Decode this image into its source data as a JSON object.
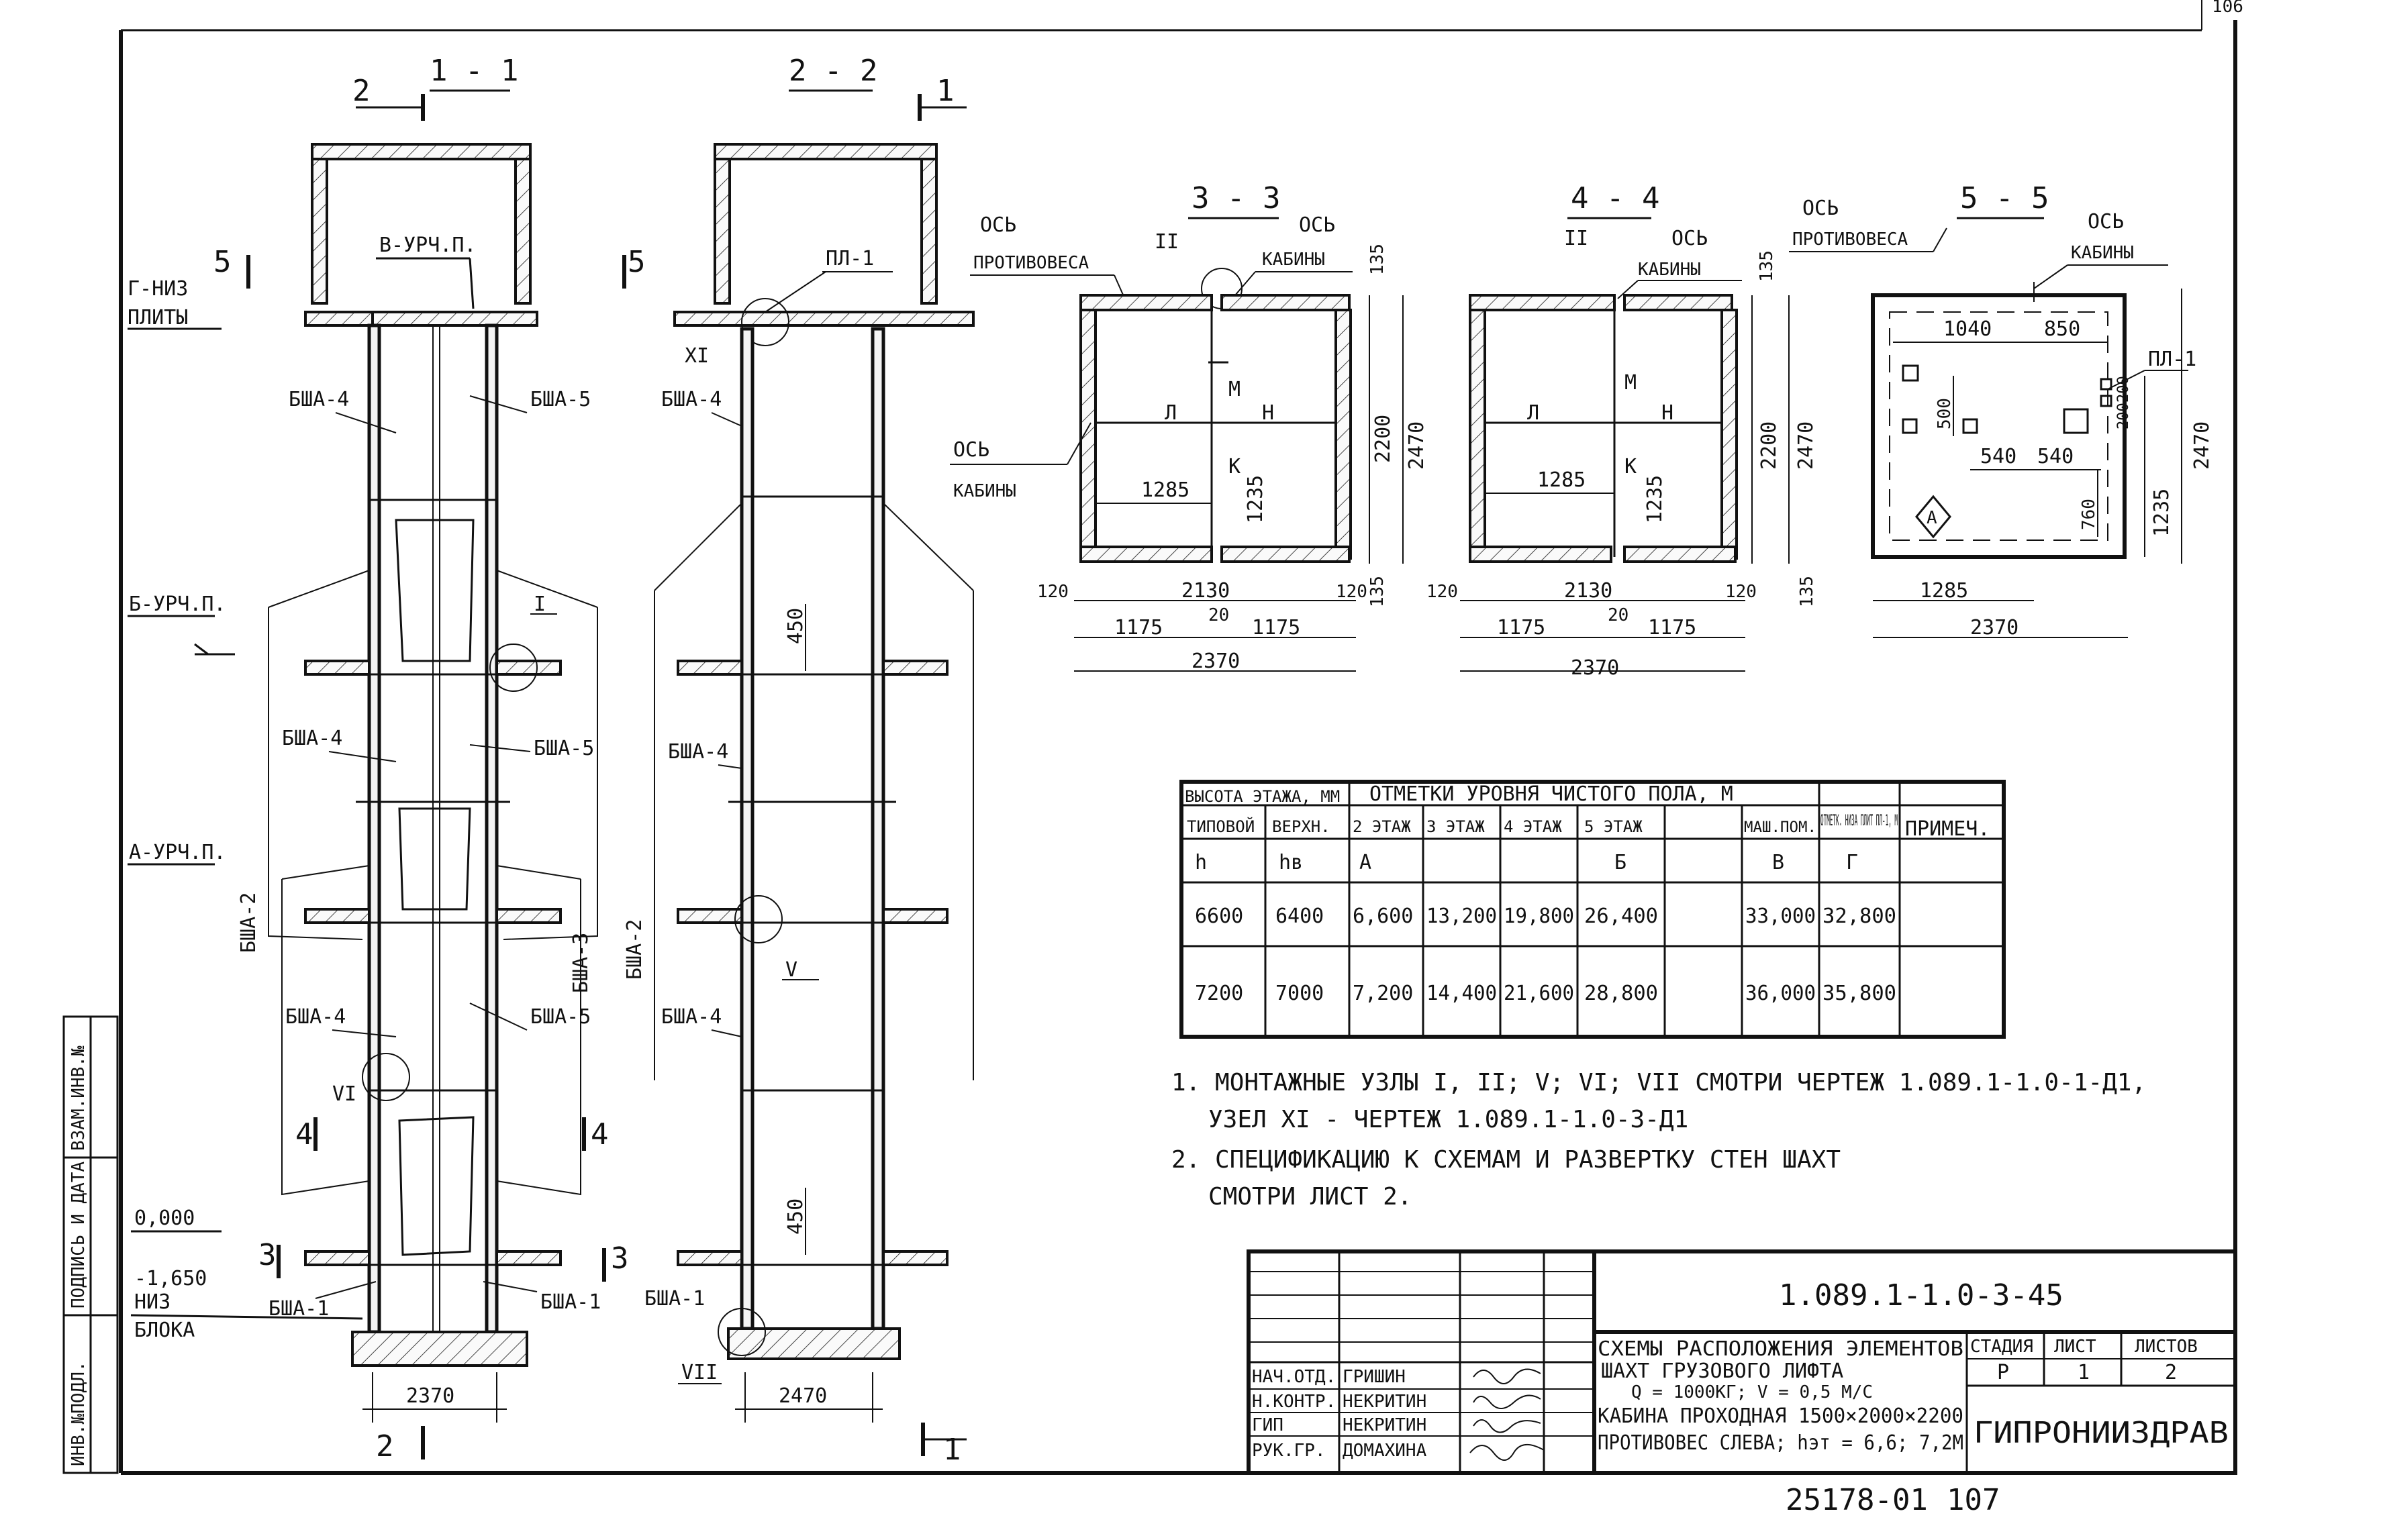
{
  "sheet_no_corner": "106",
  "left_margin": [
    "ИНВ.№ПОДЛ.",
    "ПОДПИСЬ И ДАТА",
    "ВЗАМ.ИНВ.№"
  ],
  "sections": {
    "s11": {
      "title": "1 - 1",
      "cut2": "2",
      "cut2b": "2",
      "cut5": "5",
      "cut5b": "5",
      "cut4": "4",
      "cut4b": "4",
      "cut3": "3",
      "cut3b": "3",
      "g_niz": "Г-НИЗ",
      "plity": "ПЛИТЫ",
      "v_urch": "В-УРЧ.П.",
      "b_urch": "Б-УРЧ.П.",
      "a_urch": "А-УРЧ.П.",
      "zero": "0,000",
      "minus": "-1,650",
      "niz": "НИЗ",
      "bloka": "БЛОКА",
      "dim": "2370",
      "node_i": "I",
      "node_vi": "VI",
      "bsha4a": "БША-4",
      "bsha5a": "БША-5",
      "bsha4b": "БША-4",
      "bsha5b": "БША-5",
      "bsha4c": "БША-4",
      "bsha5c": "БША-5",
      "bsha2": "БША-2",
      "bsha3": "БША-3",
      "bsha1a": "БША-1",
      "bsha1b": "БША-1"
    },
    "s22": {
      "title": "2 - 2",
      "cut1": "1",
      "cut1b": "1",
      "pl1": "ПЛ-1",
      "node_xi": "XI",
      "node_v": "V",
      "node_vii": "VII",
      "bsha4a": "БША-4",
      "bsha4b": "БША-4",
      "bsha4c": "БША-4",
      "bsha2": "БША-2",
      "bsha1": "БША-1",
      "d450a": "450",
      "d450b": "450",
      "dim": "2470"
    },
    "s33": {
      "title": "3 - 3",
      "os_prot": "ОСЬ",
      "prot": "ПРОТИВОВЕСА",
      "os_kab": "ОСЬ",
      "kab": "КАБИНЫ",
      "os_kab2": "ОСЬ",
      "kab2": "КАБИНЫ",
      "node_ii": "II",
      "L": "Л",
      "M": "М",
      "N": "Н",
      "K": "К",
      "d1285": "1285",
      "d1235": "1235",
      "d2200": "2200",
      "d2470": "2470",
      "d135a": "135",
      "d135b": "135",
      "d120a": "120",
      "d120b": "120",
      "d2130": "2130",
      "d1175a": "1175",
      "d20": "20",
      "d1175b": "1175",
      "d2370": "2370"
    },
    "s44": {
      "title": "4 - 4",
      "os_kab": "ОСЬ",
      "kab": "КАБИНЫ",
      "node_ii": "II",
      "L": "Л",
      "M": "М",
      "N": "Н",
      "K": "К",
      "d1285": "1285",
      "d1235": "1235",
      "d2200": "2200",
      "d2470": "2470",
      "d135a": "135",
      "d135b": "135",
      "d120a": "120",
      "d120b": "120",
      "d2130": "2130",
      "d1175a": "1175",
      "d20": "20",
      "d1175b": "1175",
      "d2370": "2370"
    },
    "s55": {
      "title": "5 - 5",
      "os_prot": "ОСЬ",
      "prot": "ПРОТИВОВЕСА",
      "os_kab": "ОСЬ",
      "kab": "КАБИНЫ",
      "pl1": "ПЛ-1",
      "d1040": "1040",
      "d850": "850",
      "d500": "500",
      "d200a": "200",
      "d200b": "200",
      "d540a": "540",
      "d540b": "540",
      "d760": "760",
      "d1235": "1235",
      "d2470": "2470",
      "d1285": "1285",
      "d2370": "2370",
      "mark": "А"
    }
  },
  "table": {
    "h_height": "ВЫСОТА ЭТАЖА, ММ",
    "h_marks": "ОТМЕТКИ УРОВНЯ ЧИСТОГО ПОЛА, М",
    "h_mark_bottom": "ОТМЕТК. НИЗА ПЛИТ ПЛ-1, М",
    "h_note": "ПРИМЕЧ.",
    "cols": [
      "ТИПОВОЙ",
      "ВЕРХН.",
      "2 ЭТАЖ",
      "3 ЭТАЖ",
      "4 ЭТАЖ",
      "5 ЭТАЖ",
      "",
      "МАШ.ПОМ."
    ],
    "letters": [
      "h",
      "hв",
      "А",
      "",
      "",
      "Б",
      "",
      "В",
      "Г"
    ],
    "rows": [
      [
        "6600",
        "6400",
        "6,600",
        "13,200",
        "19,800",
        "26,400",
        "",
        "33,000",
        "32,800",
        ""
      ],
      [
        "7200",
        "7000",
        "7,200",
        "14,400",
        "21,600",
        "28,800",
        "",
        "36,000",
        "35,800",
        ""
      ]
    ]
  },
  "notes": [
    "1.  МОНТАЖНЫЕ УЗЛЫ I, II; V; VI; VII СМОТРИ ЧЕРТЕЖ 1.089.1-1.0-1-Д1,",
    "УЗЕЛ XI - ЧЕРТЕЖ 1.089.1-1.0-3-Д1",
    "2.  СПЕЦИФИКАЦИЮ К СХЕМАМ И РАЗВЕРТКУ СТЕН ШАХТ",
    "СМОТРИ ЛИСТ 2."
  ],
  "title_block": {
    "doc_code": "1.089.1-1.0-3-45",
    "title_lines": [
      "СХЕМЫ РАСПОЛОЖЕНИЯ ЭЛЕМЕНТОВ",
      "ШАХТ ГРУЗОВОГО ЛИФТА",
      "Q = 1000КГ; V = 0,5 М/С",
      "КАБИНА ПРОХОДНАЯ 1500×2000×2200",
      "ПРОТИВОВЕС СЛЕВА; hэт = 6,6; 7,2М"
    ],
    "stage_h": "СТАДИЯ",
    "sheet_h": "ЛИСТ",
    "sheets_h": "ЛИСТОВ",
    "stage": "Р",
    "sheet": "1",
    "sheets": "2",
    "org": "ГИПРОНИИЗДРАВ",
    "roles": [
      {
        "role": "НАЧ.ОТД.",
        "name": "ГРИШИН"
      },
      {
        "role": "Н.КОНТР.",
        "name": "НЕКРИТИН"
      },
      {
        "role": "ГИП",
        "name": "НЕКРИТИН"
      },
      {
        "role": "РУК.ГР.",
        "name": "ДОМАХИНА"
      }
    ],
    "bottom_left": "25178-01",
    "bottom_right": "107"
  }
}
